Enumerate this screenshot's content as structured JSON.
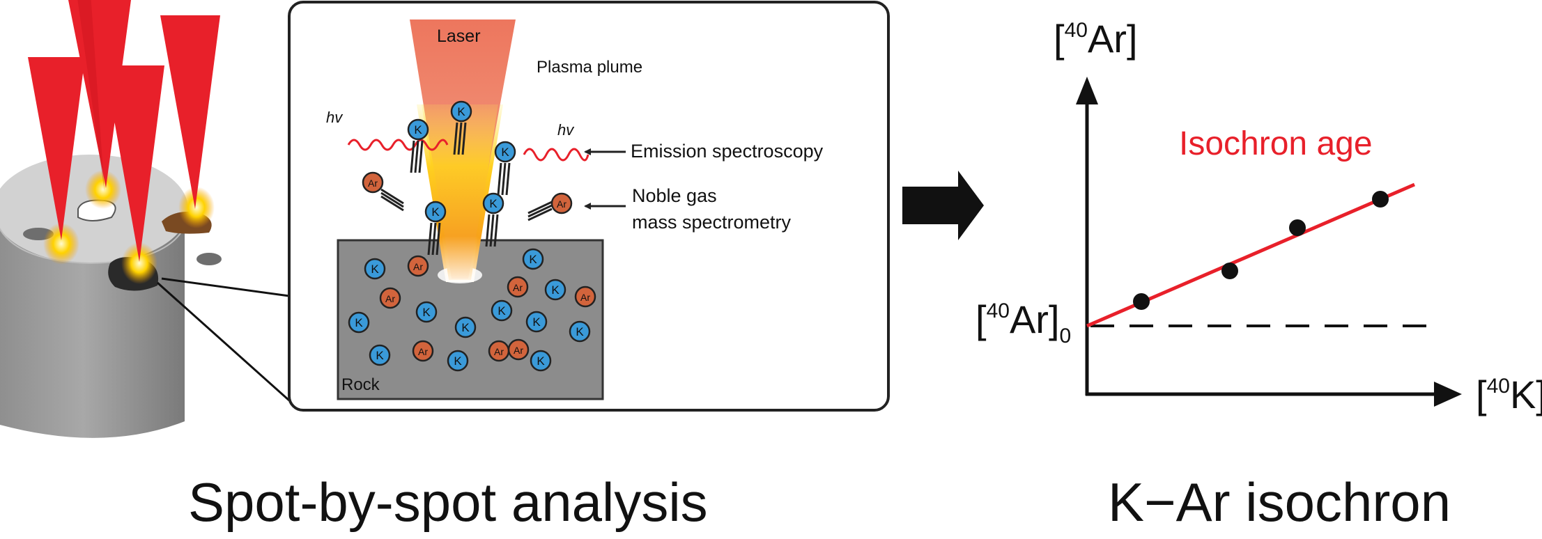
{
  "inset": {
    "laser_label": "Laser",
    "plume_label": "Plasma plume",
    "hv_left": "hv",
    "hv_right": "hv",
    "emission_label": "Emission spectroscopy",
    "noble_line1": "Noble gas",
    "noble_line2": "mass spectrometry",
    "rock_label": "Rock",
    "k_symbol": "K",
    "ar_symbol": "Ar"
  },
  "graph": {
    "y_axis_label": "[40Ar]",
    "y_axis_base": "[",
    "y_axis_sup": "40",
    "y_axis_rest": "Ar]",
    "x_axis_base": "[",
    "x_axis_sup": "40",
    "x_axis_rest": "K]",
    "intercept_base": "[",
    "intercept_sup": "40",
    "intercept_rest": "Ar]",
    "intercept_sub": "0",
    "fit_label": "Isochron age",
    "fit_color": "#e8202a"
  },
  "captions": {
    "left": "Spot-by-spot analysis",
    "right": "K−Ar isochron"
  },
  "colors": {
    "laser_red": "#e8202a",
    "k_blue": "#3a9ad9",
    "ar_orange": "#d2643c",
    "rock_gray": "#8c8c8c"
  }
}
